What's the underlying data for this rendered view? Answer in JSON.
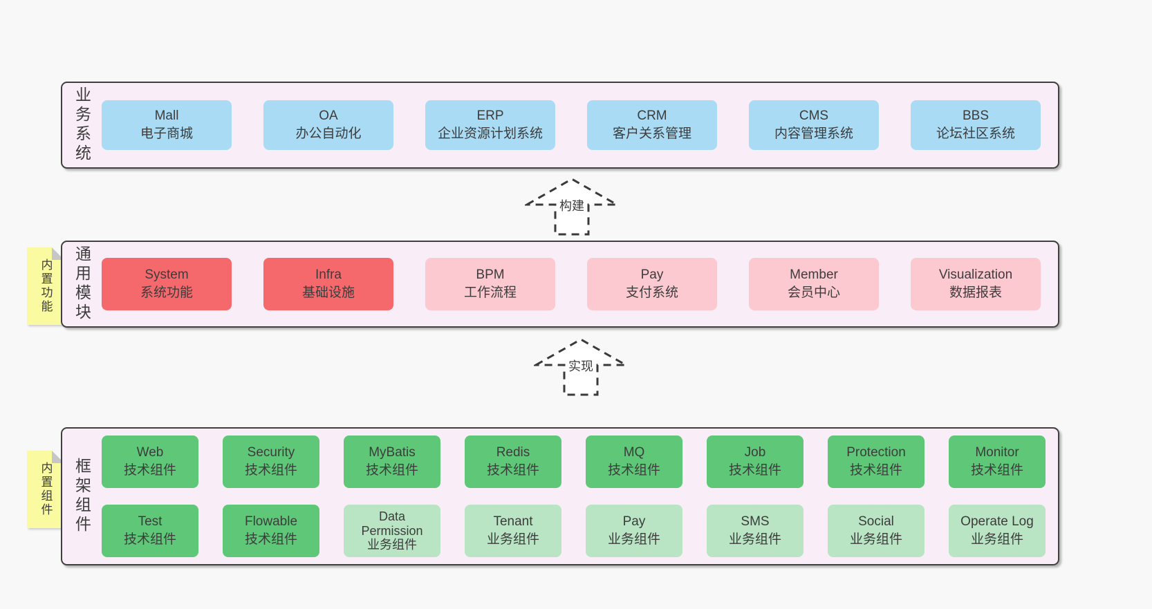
{
  "colors": {
    "page_background": "#f8f8f8",
    "section_background": "#f9eef7",
    "section_border": "#3f3f3f",
    "blue_box": "#a9dbf5",
    "red_box": "#f5696d",
    "pink_box": "#fcc9d1",
    "green_box": "#5fc878",
    "light_green_box": "#b9e5c4",
    "sticky_note": "#fafaa1",
    "fold_gray": "#c6c6c6",
    "text": "#3c3c3c"
  },
  "arrows": [
    {
      "label": "构建"
    },
    {
      "label": "实现"
    }
  ],
  "sections": [
    {
      "label": "业务系统",
      "boxes": [
        {
          "en": "Mall",
          "zh": "电子商城"
        },
        {
          "en": "OA",
          "zh": "办公自动化"
        },
        {
          "en": "ERP",
          "zh": "企业资源计划系统"
        },
        {
          "en": "CRM",
          "zh": "客户关系管理"
        },
        {
          "en": "CMS",
          "zh": "内容管理系统"
        },
        {
          "en": "BBS",
          "zh": "论坛社区系统"
        }
      ]
    },
    {
      "label": "通用模块",
      "tab": "内置功能",
      "boxes": [
        {
          "en": "System",
          "zh": "系统功能"
        },
        {
          "en": "Infra",
          "zh": "基础设施"
        },
        {
          "en": "BPM",
          "zh": "工作流程"
        },
        {
          "en": "Pay",
          "zh": "支付系统"
        },
        {
          "en": "Member",
          "zh": "会员中心"
        },
        {
          "en": "Visualization",
          "zh": "数据报表"
        }
      ]
    },
    {
      "label": "框架组件",
      "tab": "内置组件",
      "rows": [
        [
          {
            "en": "Web",
            "zh": "技术组件"
          },
          {
            "en": "Security",
            "zh": "技术组件"
          },
          {
            "en": "MyBatis",
            "zh": "技术组件"
          },
          {
            "en": "Redis",
            "zh": "技术组件"
          },
          {
            "en": "MQ",
            "zh": "技术组件"
          },
          {
            "en": "Job",
            "zh": "技术组件"
          },
          {
            "en": "Protection",
            "zh": "技术组件"
          },
          {
            "en": "Monitor",
            "zh": "技术组件"
          }
        ],
        [
          {
            "en": "Test",
            "zh": "技术组件"
          },
          {
            "en": "Flowable",
            "zh": "技术组件"
          },
          {
            "en": "Data Permission",
            "zh": "业务组件"
          },
          {
            "en": "Tenant",
            "zh": "业务组件"
          },
          {
            "en": "Pay",
            "zh": "业务组件"
          },
          {
            "en": "SMS",
            "zh": "业务组件"
          },
          {
            "en": "Social",
            "zh": "业务组件"
          },
          {
            "en": "Operate Log",
            "zh": "业务组件"
          }
        ]
      ]
    }
  ]
}
